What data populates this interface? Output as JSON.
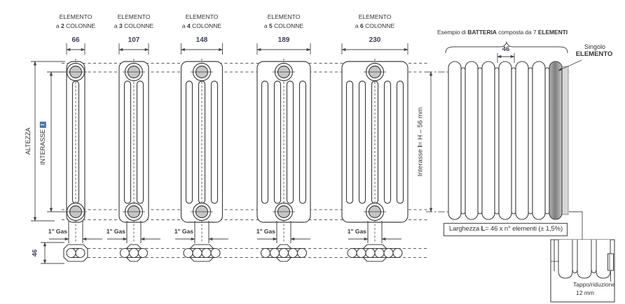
{
  "colors": {
    "line": "#474747",
    "accent_blue": "#4a79b6",
    "hub_fill": "#c6c6c6"
  },
  "elements": [
    {
      "name": "ELEMENTO",
      "prefix": "a ",
      "columns": "2",
      "suffix": " COLONNE",
      "width_mm": "66",
      "gas": "1\" Gas"
    },
    {
      "name": "ELEMENTO",
      "prefix": "a ",
      "columns": "3",
      "suffix": " COLONNE",
      "width_mm": "107",
      "gas": "1\" Gas"
    },
    {
      "name": "ELEMENTO",
      "prefix": "a ",
      "columns": "4",
      "suffix": " COLONNE",
      "width_mm": "148",
      "gas": "1\" Gas"
    },
    {
      "name": "ELEMENTO",
      "prefix": "a ",
      "columns": "5",
      "suffix": " COLONNE",
      "width_mm": "189",
      "gas": "1\" Gas"
    },
    {
      "name": "ELEMENTO",
      "prefix": "a ",
      "columns": "6",
      "suffix": " COLONNE",
      "width_mm": "230",
      "gas": "1\" Gas"
    }
  ],
  "left_dims": {
    "altezza": "ALTEZZA",
    "interasse_label": "INTERASSE",
    "interasse_symbol": "I",
    "section_height_mm": "46"
  },
  "battery": {
    "caption": {
      "p1": "Esempio di ",
      "p2": "BATTERIA",
      "p3": " composta da 7 ",
      "p4": "ELEMENTI"
    },
    "element_count": "7",
    "element_width_mm": "46",
    "single": {
      "line1": "Singolo",
      "line2": "ELEMENTO"
    },
    "interasse": {
      "p1": "Interasse ",
      "p2": "I",
      "p3": "= H – 56 mm"
    },
    "larghezza": {
      "p1": "Larghezza ",
      "p2": "L",
      "p3": "= 46 x n° elementi (± 1,5%)"
    },
    "detail": {
      "line1": "Tappo/riduzione",
      "line2": "12 mm"
    }
  }
}
